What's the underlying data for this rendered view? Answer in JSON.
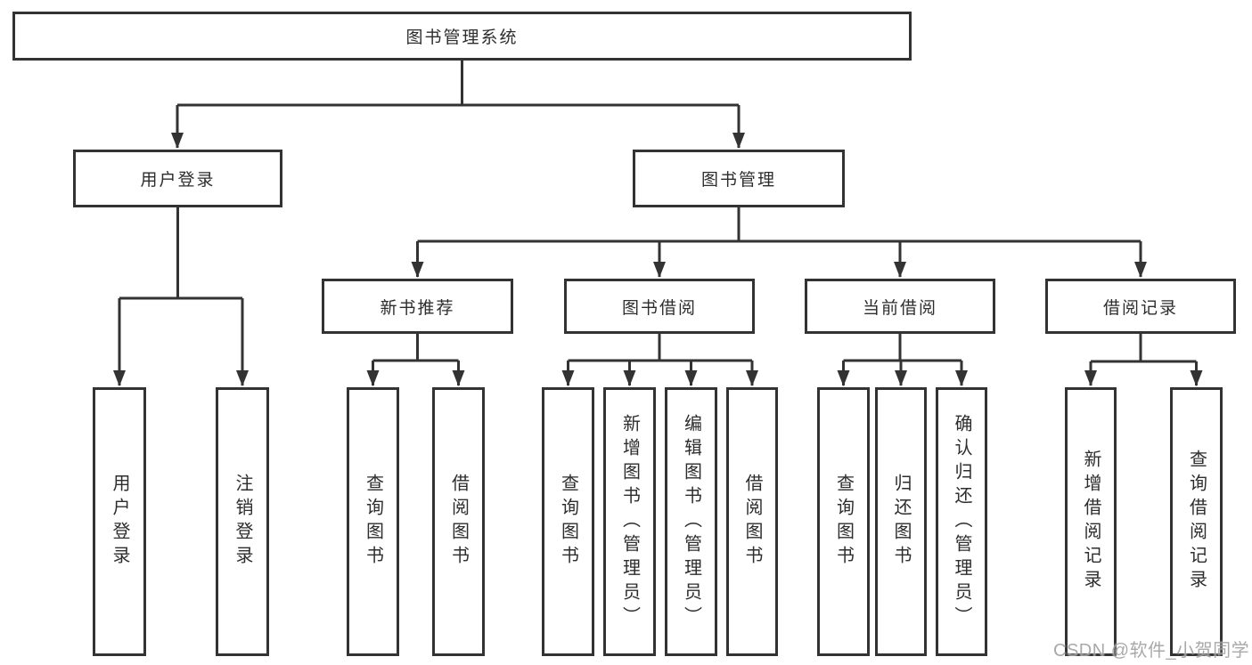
{
  "diagram": {
    "type": "hierarchy-diagram",
    "title": "图书管理系统",
    "watermark": "CSDN @软件_小贺同学",
    "colors": {
      "line": "#333333",
      "box_border": "#333333",
      "box_background": "#ffffff",
      "text": "#2d2d2d",
      "watermark": "#a0a0a0",
      "background": "#ffffff"
    }
  },
  "nodes": {
    "root": {
      "label": "图书管理系统"
    },
    "user_login": {
      "label": "用户登录"
    },
    "book_mgmt": {
      "label": "图书管理"
    },
    "new_book_rec": {
      "label": "新书推荐"
    },
    "book_borrow": {
      "label": "图书借阅"
    },
    "current_borrow": {
      "label": "当前借阅"
    },
    "borrow_records": {
      "label": "借阅记录"
    },
    "leaf_user_login": {
      "label": "用户登录"
    },
    "leaf_logout": {
      "label": "注销登录"
    },
    "leaf_query_book_1": {
      "label": "查询图书"
    },
    "leaf_borrow_book_1": {
      "label": "借阅图书"
    },
    "leaf_query_book_2": {
      "label": "查询图书"
    },
    "leaf_add_book": {
      "label": "新增图书（管理员）"
    },
    "leaf_edit_book": {
      "label": "编辑图书（管理员）"
    },
    "leaf_borrow_book_2": {
      "label": "借阅图书"
    },
    "leaf_query_book_3": {
      "label": "查询图书"
    },
    "leaf_return_book": {
      "label": "归还图书"
    },
    "leaf_confirm_return": {
      "label": "确认归还（管理员）"
    },
    "leaf_add_record": {
      "label": "新增借阅记录"
    },
    "leaf_query_record": {
      "label": "查询借阅记录"
    }
  },
  "edges": [
    {
      "from": "root",
      "to": "user_login"
    },
    {
      "from": "root",
      "to": "book_mgmt"
    },
    {
      "from": "user_login",
      "to": "leaf_user_login"
    },
    {
      "from": "user_login",
      "to": "leaf_logout"
    },
    {
      "from": "book_mgmt",
      "to": "new_book_rec"
    },
    {
      "from": "book_mgmt",
      "to": "book_borrow"
    },
    {
      "from": "book_mgmt",
      "to": "current_borrow"
    },
    {
      "from": "book_mgmt",
      "to": "borrow_records"
    },
    {
      "from": "new_book_rec",
      "to": "leaf_query_book_1"
    },
    {
      "from": "new_book_rec",
      "to": "leaf_borrow_book_1"
    },
    {
      "from": "book_borrow",
      "to": "leaf_query_book_2"
    },
    {
      "from": "book_borrow",
      "to": "leaf_add_book"
    },
    {
      "from": "book_borrow",
      "to": "leaf_edit_book"
    },
    {
      "from": "book_borrow",
      "to": "leaf_borrow_book_2"
    },
    {
      "from": "current_borrow",
      "to": "leaf_query_book_3"
    },
    {
      "from": "current_borrow",
      "to": "leaf_return_book"
    },
    {
      "from": "current_borrow",
      "to": "leaf_confirm_return"
    },
    {
      "from": "borrow_records",
      "to": "leaf_add_record"
    },
    {
      "from": "borrow_records",
      "to": "leaf_query_record"
    }
  ]
}
